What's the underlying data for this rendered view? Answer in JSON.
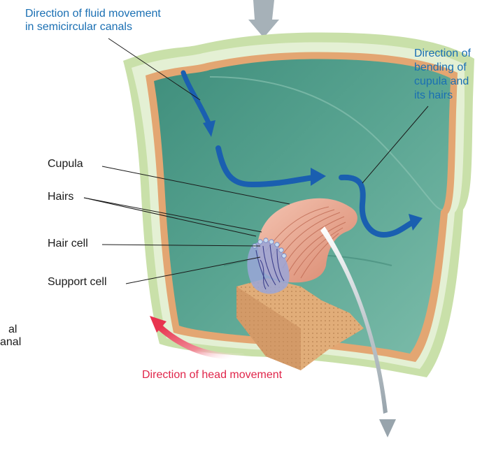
{
  "labels": {
    "fluid_direction": [
      "Direction of fluid movement",
      "in semicircular canals"
    ],
    "cupula_bending": [
      "Direction of",
      "bending of",
      "cupula and",
      "its hairs"
    ],
    "cupula": "Cupula",
    "hairs": "Hairs",
    "hair_cell": "Hair cell",
    "support_cell": "Support cell",
    "head_movement": "Direction of head movement",
    "cut_off_fragment": [
      "al",
      "anal"
    ]
  },
  "colors": {
    "fluid_arrow": "#1a5fb0",
    "head_arrow": "#e8344f",
    "gray_arrow": "#a9b4bb",
    "label_blue": "#1a6fb3",
    "label_red": "#e0254a",
    "endolymph": "#4f9a86",
    "cupula": "#e8a58f",
    "tissue": "#d9a06e",
    "outer_wall": "#bcd99a",
    "hair_cells": "#7a86c6"
  }
}
